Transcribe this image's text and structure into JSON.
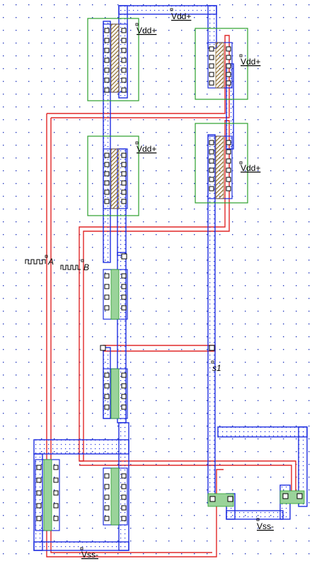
{
  "colors": {
    "metal": "#1f2fe0",
    "poly": "#e02828",
    "active": "#2ca02c",
    "diffusion_n": "#2ca02c",
    "diffusion_p": "#8b6a2b",
    "contact": "#000000",
    "grid": "#2a3fbf",
    "background": "#ffffff"
  },
  "labels": {
    "vdd_1": "Vdd+",
    "vdd_2": "Vdd+",
    "vdd_3": "Vdd+",
    "vdd_4": "Vdd+",
    "vdd_5": "Vdd+",
    "input_a": "A",
    "input_b": "B",
    "node_s1": "s1",
    "vss_1": "Vss-",
    "vss_2": "Vss-"
  },
  "icons": {
    "input_a_source": "clock-pulse-icon",
    "input_b_source": "clock-pulse-icon"
  }
}
